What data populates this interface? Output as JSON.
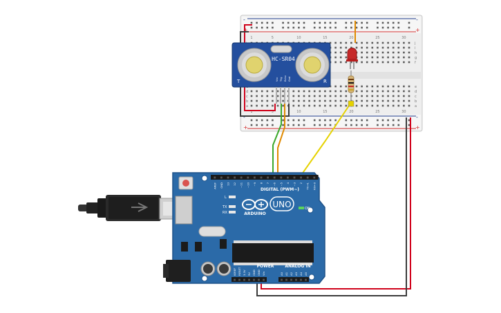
{
  "colors": {
    "board": "#2b6aa8",
    "board_edge": "#1f5288",
    "breadboard": "#f1f1f1",
    "rail_red": "#d32f2f",
    "rail_blue": "#1f3a8a",
    "wire_red": "#d0021b",
    "wire_black": "#3a3a3a",
    "wire_green": "#3aa82a",
    "wire_orange": "#e08a00",
    "wire_yellow": "#e6d200",
    "sensor": "#244f9e",
    "led_red": "#c62828"
  },
  "sensor": {
    "label": "HC-SR04",
    "pins": [
      "Vcc",
      "Trig",
      "Echo",
      "Gnd"
    ],
    "mark_left": "T",
    "mark_right": "R"
  },
  "breadboard": {
    "rows_top": [
      "j",
      "i",
      "h",
      "g",
      "f"
    ],
    "rows_bottom": [
      "e",
      "d",
      "c",
      "b",
      "a"
    ],
    "col_numbers": [
      "1",
      "5",
      "10",
      "15",
      "20",
      "25",
      "30"
    ],
    "rail_plus": "+",
    "rail_minus": "-"
  },
  "arduino": {
    "logo": "ARDUINO",
    "model": "UNO",
    "digital_label": "DIGITAL (PWM~)",
    "power_label": "POWER",
    "analog_label": "ANALOG IN",
    "on_label": "ON",
    "led_labels": [
      "L",
      "TX",
      "RX"
    ],
    "digital_pins": [
      "AREF",
      "GND",
      "13",
      "12",
      "~11",
      "~10",
      "~9",
      "8",
      "7",
      "~6",
      "~5",
      "4",
      "~3",
      "2",
      "TX→1",
      "RX←0"
    ],
    "power_pins": [
      "IOREF",
      "RESET",
      "3.3V",
      "5V",
      "GND",
      "GND",
      "Vin"
    ],
    "analog_pins": [
      "A0",
      "A1",
      "A2",
      "A3",
      "A4",
      "A5"
    ]
  }
}
